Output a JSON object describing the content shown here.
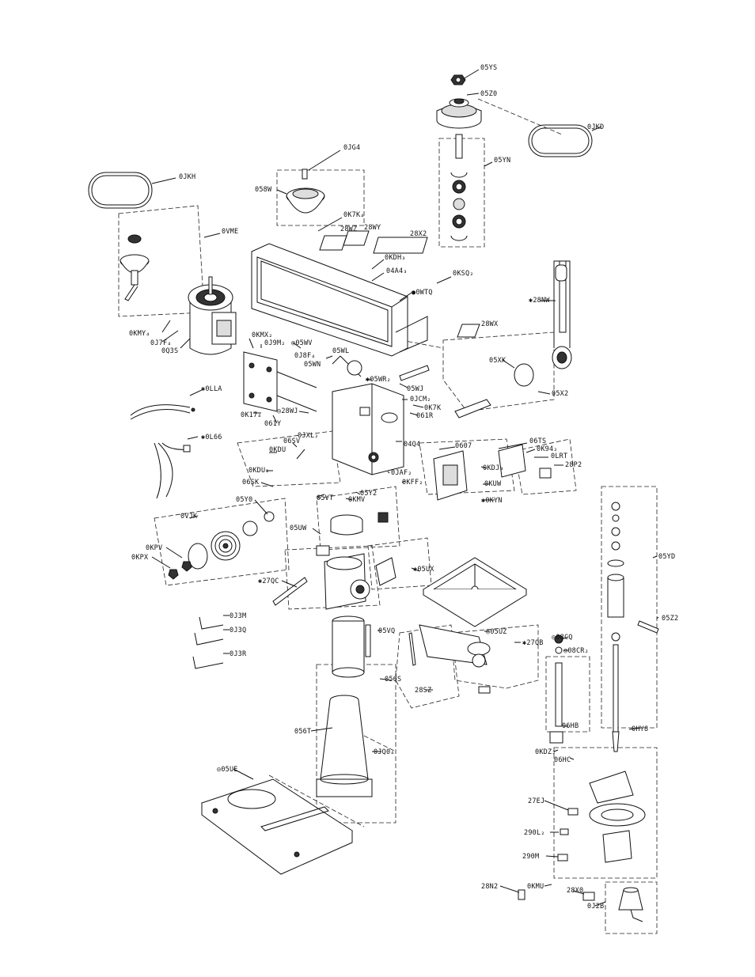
{
  "labels": {
    "l05YS": "05YS",
    "l05Z0": "05Z0",
    "l0JKD": "0JKD",
    "l05YN": "05YN",
    "l0JG4": "0JG4",
    "l0JKH": "0JKH",
    "l058W": "058W",
    "l0K7K4": "0K7K₄",
    "l28WZ": "28WZ",
    "l28WY": "28WY",
    "l28X2": "28X2",
    "l0VME": "0VME",
    "l0KDH3": "0KDH₃",
    "l04A43": "04A4₃",
    "l0KSQ2": "0KSQ₂",
    "l0WTQ": "●0WTQ",
    "l28NW": "✱28NW",
    "l28WX": "28WX",
    "l0KMY4": "0KMY₄",
    "l0J7F4": "0J7F₄",
    "l0Q3S": "0Q3S",
    "l0KMX2": "0KMX₂",
    "l0J9M2": "0J9M₂",
    "l05WV": "◎05WV",
    "l0J8F4": "0J8F₄",
    "l05WN": "05WN",
    "l05WL": "05WL",
    "l05XK": "05XK",
    "l05WR": "✱05WR₂",
    "l05WJ": "05WJ",
    "l05X2": "05X2",
    "l0LLA": "✱0LLA",
    "l0JCM2": "0JCM₂",
    "l0K7K": "0K7K",
    "l061R": "061R",
    "l0K174": "0K17₄",
    "l061Y": "061Y",
    "l28WJ": "◎28WJ",
    "l0L66": "✱0L66",
    "l06SV": "06SV",
    "l0JXL2": "0JXL₂",
    "l0KDU": "0KDU",
    "l04Q4": "04Q4",
    "l0607": "0607",
    "l06TS": "06TS",
    "l0K942": "0K94₂",
    "l0LRT": "0LRT",
    "l0KDU2": "0KDU₂",
    "l0JAF2": "0JAF₂",
    "l0KFF2": "0KFF₂",
    "l0KDJ3": "0KDJ₃",
    "l28P2": "28P2",
    "l06SK": "06SK",
    "l05Y2": "05Y2",
    "l0KMV": "0KMV",
    "l0KUW": "0KUW",
    "l0KYN": "✱0KYN",
    "l05Y0": "05Y0",
    "l05VT": "05VT",
    "l0VJK": "0VJK",
    "l05UW": "05UW",
    "l0KPV": "0KPV",
    "l0KPX": "0KPX",
    "l05UX": "✱05UX",
    "l05YD": "05YD",
    "l27QC": "✱27QC",
    "l0J3M": "0J3M",
    "l0J3Q": "0J3Q",
    "l0J3R": "0J3R",
    "l05VQ": "05VQ",
    "l05UZ": "◎05UZ",
    "l08CQ": "◎08CQ",
    "l27QB": "✱27QB",
    "l08CR2": "◎08CR₂",
    "l05Z2": "05Z2",
    "l056S": "056S",
    "l28SZ": "28SZ",
    "l06HB": "06HB",
    "l0HY8": "0HY8",
    "l056T": "056T",
    "l0KDZ2": "0KDZ₂",
    "l06HC": "06HC",
    "l0JQ04": "0JQ0₄",
    "l05UE": "◎05UE",
    "l27EJ": "27EJ",
    "l290L2": "290L₂",
    "l290M": "290M",
    "l28N2": "28N2",
    "l0KMU": "0KMU",
    "l28X0": "28X0",
    "l0J2B": "0J2B"
  }
}
